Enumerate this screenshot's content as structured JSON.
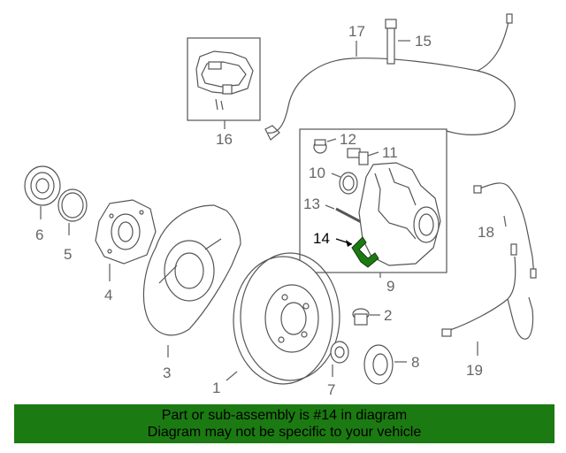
{
  "callouts": {
    "c1": "1",
    "c2": "2",
    "c3": "3",
    "c4": "4",
    "c5": "5",
    "c6": "6",
    "c7": "7",
    "c8": "8",
    "c9": "9",
    "c10": "10",
    "c11": "11",
    "c12": "12",
    "c13": "13",
    "c14": "14",
    "c15": "15",
    "c16": "16",
    "c17": "17",
    "c18": "18",
    "c19": "19"
  },
  "banner": {
    "line1": "Part or sub-assembly is #14 in diagram",
    "line2": "Diagram may not be specific to your vehicle"
  },
  "colors": {
    "banner_bg": "#1c7a12",
    "highlight_part": "#1c7a12",
    "line_art": "#555555"
  }
}
